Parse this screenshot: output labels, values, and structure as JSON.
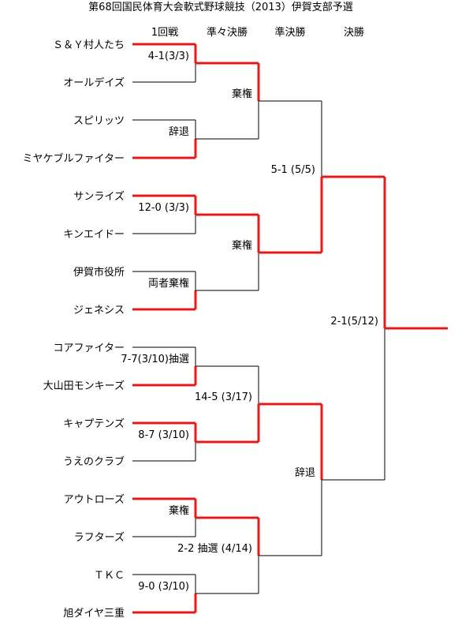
{
  "title": "第68回国民体育大会軟式野球競技（2013）伊賀支部予選",
  "rounds": [
    "1回戦",
    "準々決勝",
    "準決勝",
    "決勝"
  ],
  "colors": {
    "winner_line": "#e41a1a",
    "line": "#000000"
  },
  "teams": [
    "Ｓ＆Ｙ村人たち",
    "オールデイズ",
    "スピリッツ",
    "ミヤケブルファイター",
    "サンライズ",
    "キンエイドー",
    "伊賀市役所",
    "ジェネシス",
    "コアファイター",
    "大山田モンキーズ",
    "キャプテンズ",
    "うえのクラブ",
    "アウトローズ",
    "ラフターズ",
    "ＴＫＣ",
    "旭ダイヤ三重"
  ],
  "winners": {
    "r1": [
      0,
      1,
      0,
      1,
      1,
      0,
      0,
      1
    ],
    "r2": [
      0,
      0,
      1,
      0
    ],
    "r3": [
      1,
      0
    ],
    "final": 0
  },
  "results": {
    "r1": [
      "4-1(3/3)",
      "辞退",
      "12-0 (3/3)",
      "両者棄権",
      "7-7(3/10)抽選",
      "8-7 (3/10)",
      "棄権",
      "9-0 (3/10)"
    ],
    "r2": [
      "棄権",
      "棄権",
      "14-5 (3/17)",
      "2-2 抽選 (4/14)"
    ],
    "r3": [
      "5-1 (5/5)",
      "辞退"
    ],
    "final": "2-1(5/12)"
  }
}
